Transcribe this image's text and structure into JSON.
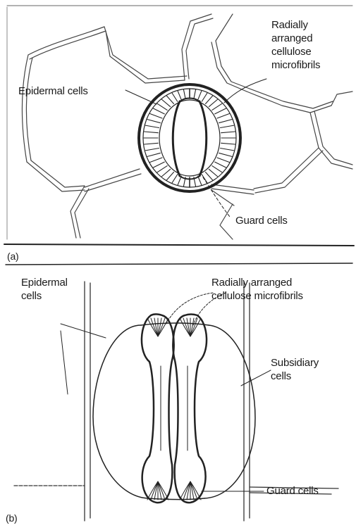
{
  "panel_a": {
    "letter": "(a)",
    "labels": {
      "epidermal": "Epidermal cells",
      "microfibrils": [
        "Radially",
        "arranged",
        "cellulose",
        "microfibrils"
      ],
      "guard": "Guard cells"
    }
  },
  "panel_b": {
    "letter": "(b)",
    "labels": {
      "epidermal": [
        "Epidermal",
        "cells"
      ],
      "microfibrils": [
        "Radially arranged",
        "cellulose microfibrils"
      ],
      "subsidiary": [
        "Subsidiary",
        "cells"
      ],
      "guard": "Guard cells"
    }
  }
}
